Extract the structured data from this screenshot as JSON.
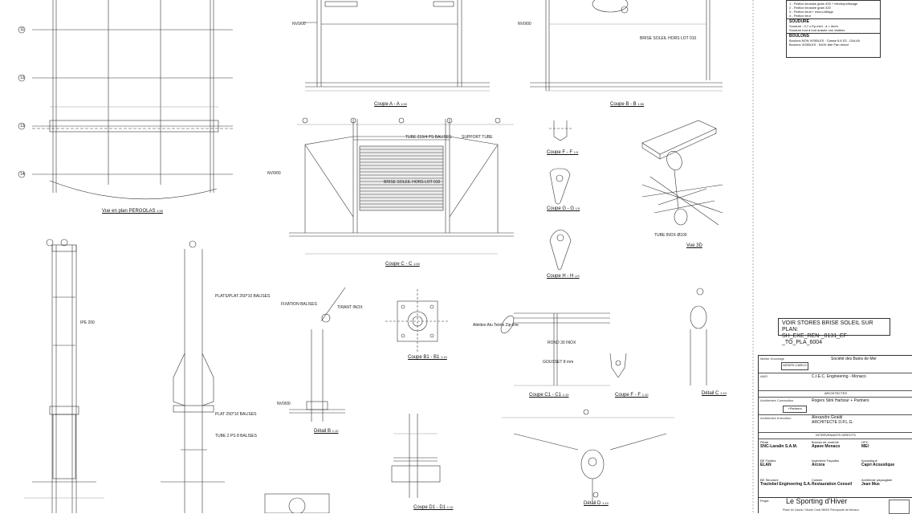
{
  "views": {
    "vue_plan": {
      "caption": "Vue en plan PERGOLAS",
      "scale": "1:50"
    },
    "coupe_aa": {
      "caption": "Coupe A - A",
      "scale": "1:50"
    },
    "coupe_bb": {
      "caption": "Coupe B - B",
      "scale": "1:50"
    },
    "coupe_cc": {
      "caption": "Coupe C - C",
      "scale": "1:50"
    },
    "coupe_ff": {
      "caption": "Coupe F - F",
      "scale": "1:5"
    },
    "coupe_gg": {
      "caption": "Coupe G - G",
      "scale": "1:5"
    },
    "coupe_hh": {
      "caption": "Coupe H - H",
      "scale": "1:5"
    },
    "vue_3d": {
      "caption": "Vue 3D"
    },
    "detail_b": {
      "caption": "Détail B",
      "scale": "1:10"
    },
    "coupe_b1": {
      "caption": "Coupe B1 - B1",
      "scale": "1:10"
    },
    "coupe_c1": {
      "caption": "Coupe C1 - C1",
      "scale": "1:10"
    },
    "coupe_ff2": {
      "caption": "Coupe F - F",
      "scale": "1:10"
    },
    "detail_c": {
      "caption": "Détail C",
      "scale": "1:10"
    },
    "coupe_d1": {
      "caption": "Coupe D1 - D1",
      "scale": "1:10"
    },
    "detail_d": {
      "caption": "Détail D",
      "scale": "1:10"
    }
  },
  "grid_lines": [
    "11",
    "12",
    "13",
    "14"
  ],
  "levels": [
    "NV0/00",
    "NV0/00",
    "NV0/00",
    "NV0/00"
  ],
  "labels": {
    "brise": "BRISE SOLEIL HORS LOT 010",
    "brise2": "BRISE SOLEIL HORS LOT 010",
    "tube1": "TUBE 219/4 PS BALISES",
    "tube2": "TUBE 2 PS 8 BALISES",
    "plat1": "PLAT 250*10 BALISES",
    "plat2": "PLATS/PLAT 250*10 BALISES",
    "ipe": "IPE 200",
    "tirant": "TIRANT INOX",
    "fixation": "FIXATION BALISES",
    "support": "SUPPORT TUBE",
    "rond": "ROND 30 INOX",
    "gousset": "GOUSSET 8 mm",
    "alu": "Ailettes Alu Teints Zip-line",
    "tube_inox": "TUBE INOX Ø100"
  },
  "notes": {
    "lines_top": [
      "1 - Finition brossée grain 400 + électropolissage",
      "2 - Finition brossée grain 320",
      "3 - Finition bruit + micro-billage",
      "4 - Finition brut"
    ],
    "soudure_title": "SOUDURE",
    "soudure_line": "Soudure : 0,7 x Ep.mini - a = 4mm",
    "soudure_line2": "Soudure tout à tout arasée non visibles",
    "boulons_title": "BOULONS",
    "boulons_line1": "Boulons NON VISIBLES : Classe 8.8 S3 - GALVA",
    "boulons_line2": "Boulons VISIBLES : INOX tête Pan-mince"
  },
  "reference": {
    "line1": "VOIR STORES BRISE SOLEIL SUR PLAN:",
    "line2": "SH_EXE_REN-_0131_EF-_TO_PLA_6004"
  },
  "title_block": {
    "maitre_label": "Maître d'ouvrage",
    "maitre_name": "Société des Bains de Mer",
    "maitre_logo": "MONTE-CARLO",
    "amo_label": "AMO",
    "amo_name": "C.I.E.C. Engineering - Monaco",
    "architects_header": "ARCHITECTES",
    "architect_label": "Architectes Conception",
    "architect_name": "Rogers Stirk Harbour + Partners",
    "architect_logo": "+Partners",
    "architect2_label": "Architectes Exécution",
    "architect2_name": "Alexandre Giraldi",
    "architect2_firm": "ARCHITECTE D.P.L.G.",
    "intervenants_header": "INTERVENANTS DIRECTS",
    "intervenants": [
      {
        "role": "Pilote",
        "name": "SNC-Lavalin S.A.M."
      },
      {
        "role": "Bureau de contrôle",
        "name": "Apave Monaco"
      },
      {
        "role": "OPC",
        "name": "MEI"
      },
      {
        "role": "BE Fluides",
        "name": "ELAN"
      },
      {
        "role": "Ingénierie Façades",
        "name": "Arcora"
      },
      {
        "role": "Acoustique",
        "name": "Capri Acoustique"
      },
      {
        "role": "BE Structure",
        "name": "Tractebel Engineering S.A."
      },
      {
        "role": "Cuisine",
        "name": "Restauration Conseil"
      },
      {
        "role": "Architecte paysagiste",
        "name": "Jean Mus"
      }
    ],
    "project_label": "Projet",
    "project_name": "Le Sporting d'Hiver",
    "project_address": "Place du Casino / Monte Carlo 98000 Principauté de Monaco"
  }
}
